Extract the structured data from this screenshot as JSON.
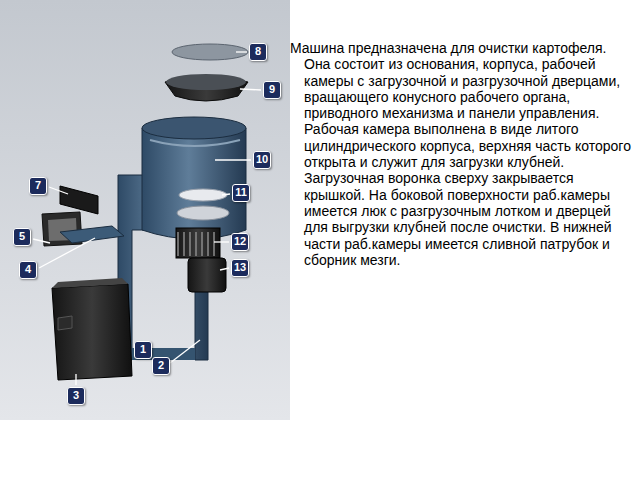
{
  "diagram": {
    "labels": [
      "8",
      "9",
      "10",
      "7",
      "11",
      "5",
      "12",
      "4",
      "13",
      "1",
      "2",
      "3",
      "Машина предназначена для очистки картофеля. Она состоит из основания, корпуса, рабочей камеры с загрузочной и разгрузочной дверцами, вращающего конусного рабочего органа, приводного механизма и панели управления. Рабочая камера выполнена в виде литого цилиндрического корпуса, верхняя часть которого открыта и служит для загрузки клубней. Загрузочная воронка сверху закрывается крышкой. На боковой поверхности раб.камеры имеется люк с разгрузочным лотком и дверцей для выгрузки клубней после очистки. В нижней части раб.камеры имеется сливной патрубок и сборник мезги."
    ]
  }
}
